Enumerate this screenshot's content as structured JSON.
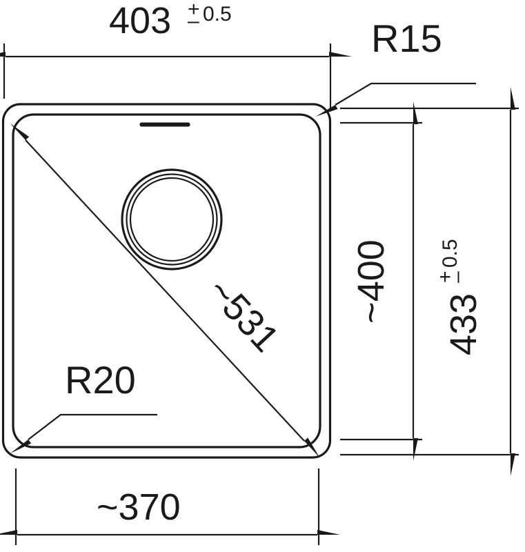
{
  "drawing": {
    "title": "Kitchen sink technical dimension drawing",
    "units": "mm",
    "line_color": "#1a1a1a",
    "background_color": "#ffffff",
    "dimensions": {
      "top_width": {
        "value": "403",
        "tolerance_plus": "+",
        "tolerance_minus": "–",
        "tolerance_value": "0.5",
        "label": "403",
        "tolerance": "±0.5"
      },
      "bottom_width": {
        "label": "~370",
        "approx": "~",
        "value": "370"
      },
      "inner_height": {
        "label": "~400",
        "approx": "~",
        "value": "400"
      },
      "outer_height": {
        "value": "433",
        "tolerance_plus": "+",
        "tolerance_minus": "–",
        "tolerance_value": "0.5",
        "label": "433",
        "tolerance": "±0.5"
      },
      "diagonal": {
        "label": "~531",
        "approx": "~",
        "value": "531"
      }
    },
    "radii": {
      "outer_corner": "R15",
      "inner_corner": "R20"
    },
    "features": {
      "drain_ring": "concentric-drain-circles",
      "overflow_slot": "overflow-slot"
    }
  }
}
